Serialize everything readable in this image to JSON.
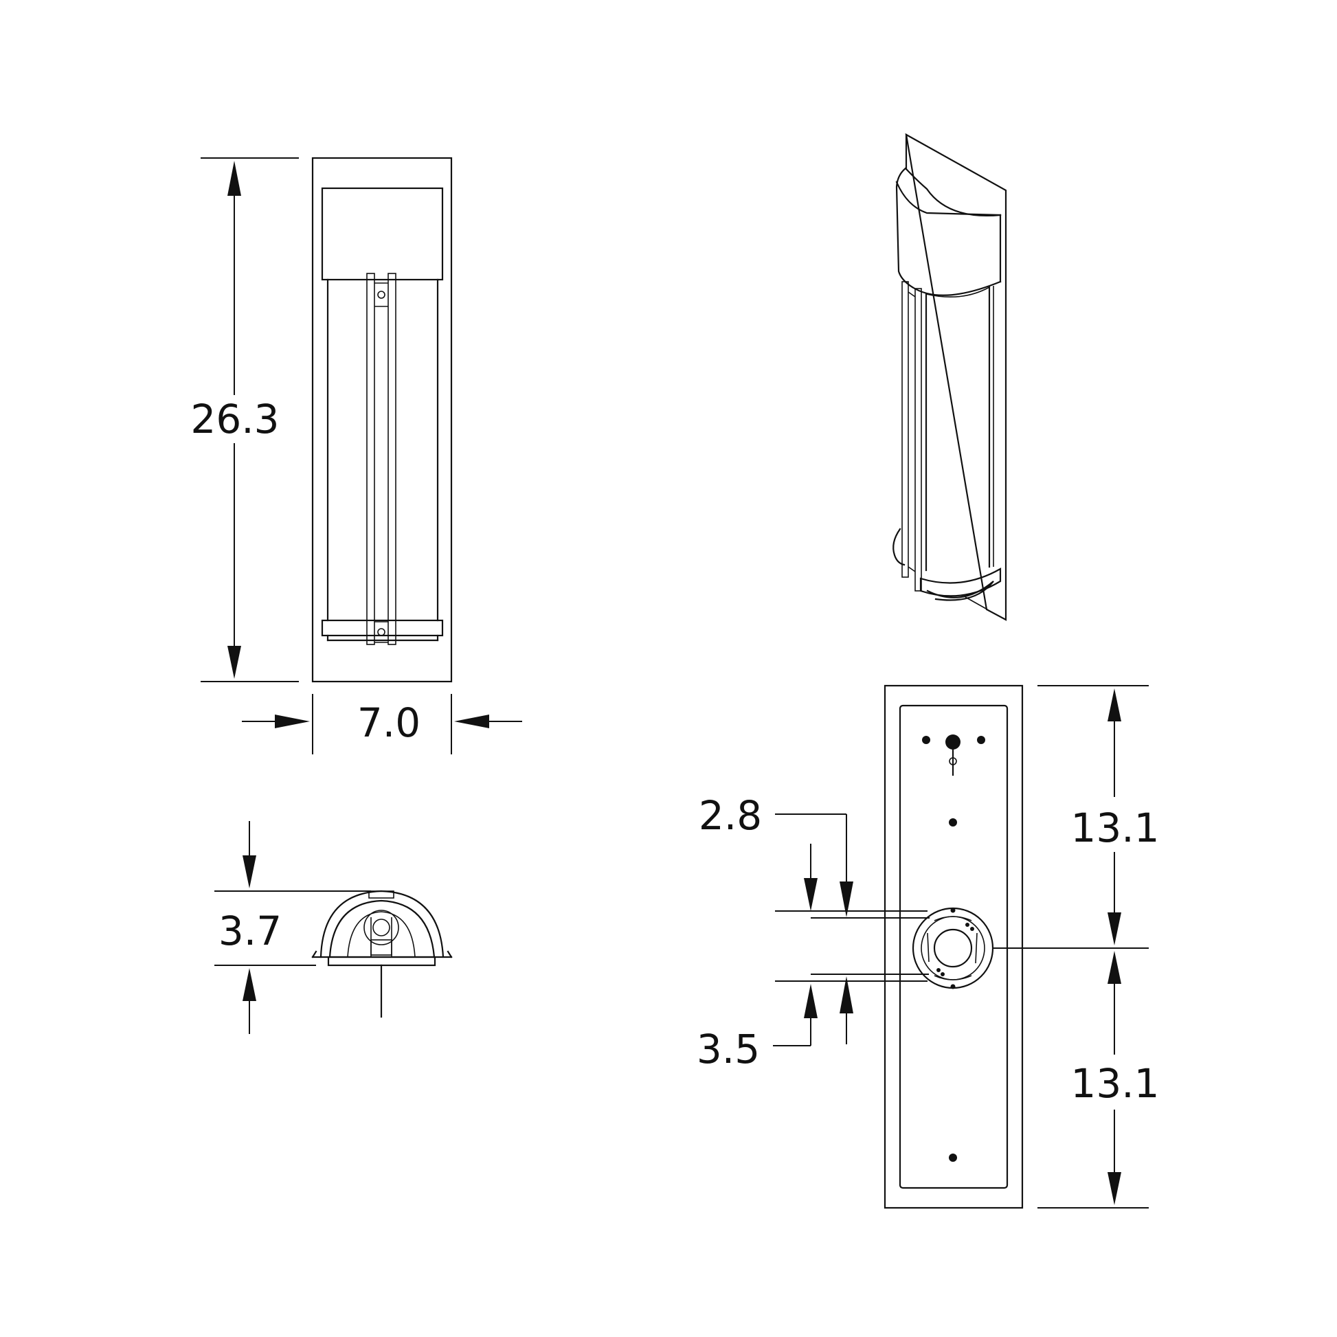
{
  "diagram": {
    "views": [
      "front-view",
      "isometric-view",
      "top-view",
      "back-plate-view"
    ],
    "dimensions": {
      "height": "26.3",
      "width": "7.0",
      "depth": "3.7",
      "upper_offset": "2.8",
      "lower_offset": "3.5",
      "upper_half": "13.1",
      "lower_half": "13.1"
    },
    "colors": {
      "line": "#111111",
      "background": "#ffffff"
    }
  }
}
